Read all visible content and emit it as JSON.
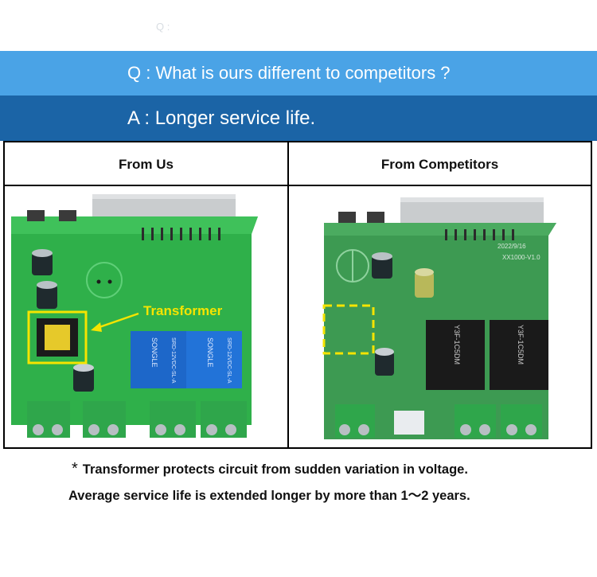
{
  "faint_mark": "Q :",
  "question": "Q : What is ours different to competitors ?",
  "answer": "A : Longer service life.",
  "comparison": {
    "left_header": "From Us",
    "right_header": "From Competitors",
    "left_callout": "Transformer",
    "left_relay_1_brand": "SONGLE",
    "left_relay_1_model": "SRD-12VDC-SL-A",
    "left_relay_2_brand": "SONGLE",
    "left_relay_2_model": "SRD-12VDC-SL-A",
    "right_board_date": "2022/9/16",
    "right_board_code": "XX1000-V1.0",
    "right_relay_1_model": "Y3F-1C5DM",
    "right_relay_2_model": "Y3F-1C5DM"
  },
  "colors": {
    "banner_question": "#4aa3e6",
    "banner_answer": "#1b64a6",
    "pcb_us": "#2fb04a",
    "pcb_competitor": "#3d9a52",
    "callout": "#f5e400"
  },
  "footnotes": {
    "star": "*",
    "line1": "Transformer protects circuit from sudden variation in voltage.",
    "line2": "Average service life is extended longer by more than 1～2 years."
  }
}
